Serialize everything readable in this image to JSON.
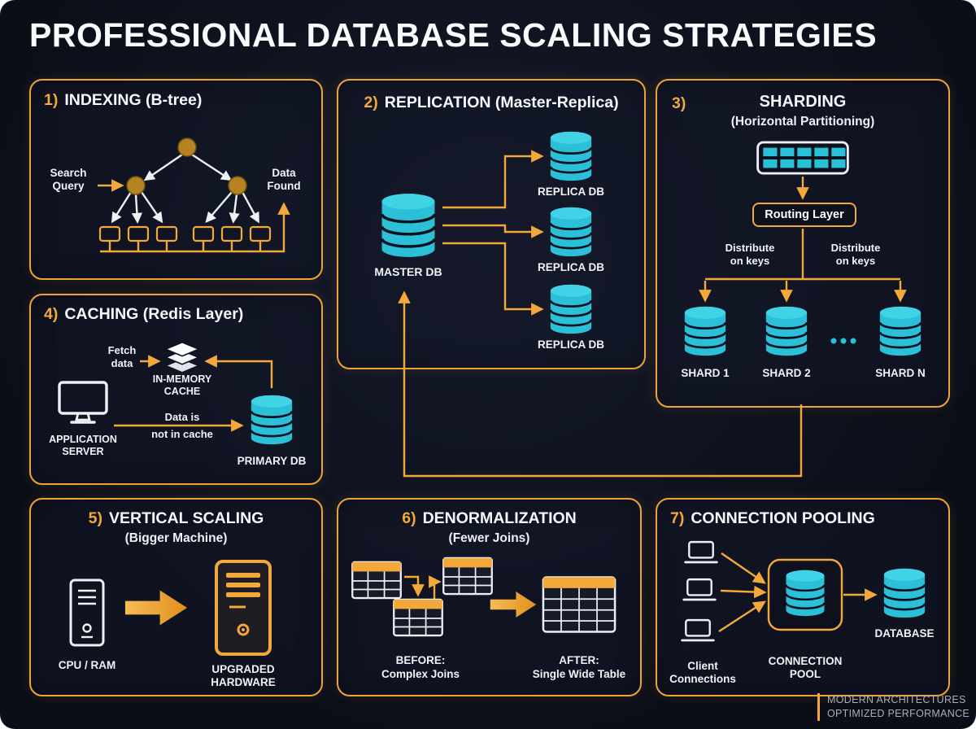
{
  "page": {
    "title": "PROFESSIONAL DATABASE SCALING STRATEGIES",
    "footer": {
      "line1": "MODERN ARCHITECTURES",
      "line2": "OPTIMIZED PERFORMANCE"
    }
  },
  "colors": {
    "accent_orange": "#f2a83b",
    "db_cyan": "#2bbfd8",
    "background": "#0b0e17",
    "text": "#ffffff"
  },
  "icons": {
    "database": "cyan-cylinder-stack",
    "table": "grid-table",
    "cache": "stacked-layers",
    "application_server": "monitor",
    "server_tower": "tower-case",
    "client": "laptop",
    "flow_arrow": "orange-block-arrow"
  },
  "panels": {
    "indexing": {
      "number": "1)",
      "title": "INDEXING (B-tree)",
      "labels": {
        "search_query": "Search Query",
        "data_found": "Data Found"
      }
    },
    "replication": {
      "number": "2)",
      "title": "REPLICATION (Master-Replica)",
      "labels": {
        "master_db": "MASTER DB",
        "replica_db_1": "REPLICA DB",
        "replica_db_2": "REPLICA DB",
        "replica_db_3": "REPLICA DB"
      }
    },
    "sharding": {
      "number": "3)",
      "title": "SHARDING",
      "subtitle": "(Horizontal Partitioning)",
      "labels": {
        "routing_layer": "Routing Layer",
        "distribute_left": "Distribute on keys",
        "distribute_right": "Distribute on keys",
        "shard_1": "SHARD 1",
        "shard_2": "SHARD 2",
        "shard_n": "SHARD N"
      }
    },
    "caching": {
      "number": "4)",
      "title": "CACHING (Redis Layer)",
      "labels": {
        "fetch_data": "Fetch data",
        "in_memory_cache": "IN-MEMORY CACHE",
        "application_server": "APPLICATION SERVER",
        "data_is": "Data is",
        "not_in_cache": "not in cache",
        "primary_db": "PRIMARY DB"
      }
    },
    "vertical_scaling": {
      "number": "5)",
      "title": "VERTICAL SCALING",
      "subtitle": "(Bigger Machine)",
      "labels": {
        "cpu_ram": "CPU / RAM",
        "upgraded_hardware": "UPGRADED HARDWARE"
      }
    },
    "denormalization": {
      "number": "6)",
      "title": "DENORMALIZATION",
      "subtitle": "(Fewer Joins)",
      "labels": {
        "before_title": "BEFORE:",
        "before_sub": "Complex Joins",
        "after_title": "AFTER:",
        "after_sub": "Single Wide Table"
      }
    },
    "connection_pooling": {
      "number": "7)",
      "title": "CONNECTION POOLING",
      "labels": {
        "client_connections": "Client Connections",
        "connection_pool": "CONNECTION POOL",
        "database": "DATABASE"
      }
    }
  }
}
